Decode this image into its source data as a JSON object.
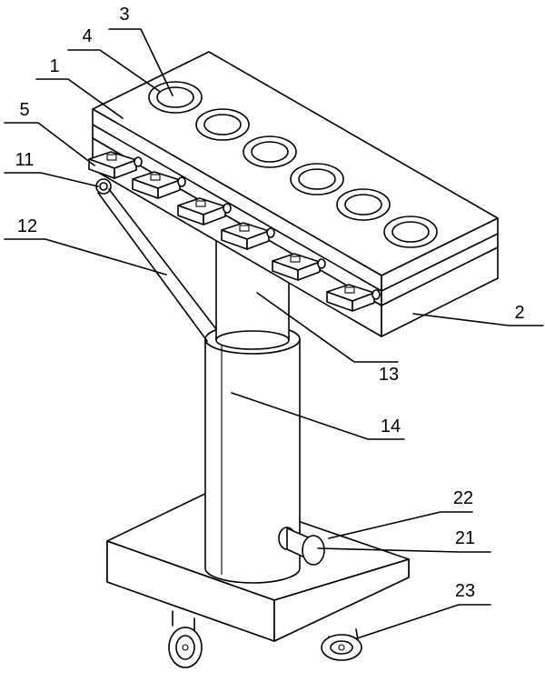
{
  "figure": {
    "labels": {
      "l1": "1",
      "l2": "2",
      "l3": "3",
      "l4": "4",
      "l5": "5",
      "l11": "11",
      "l12": "12",
      "l13": "13",
      "l14": "14",
      "l21": "21",
      "l22": "22",
      "l23": "23"
    }
  }
}
